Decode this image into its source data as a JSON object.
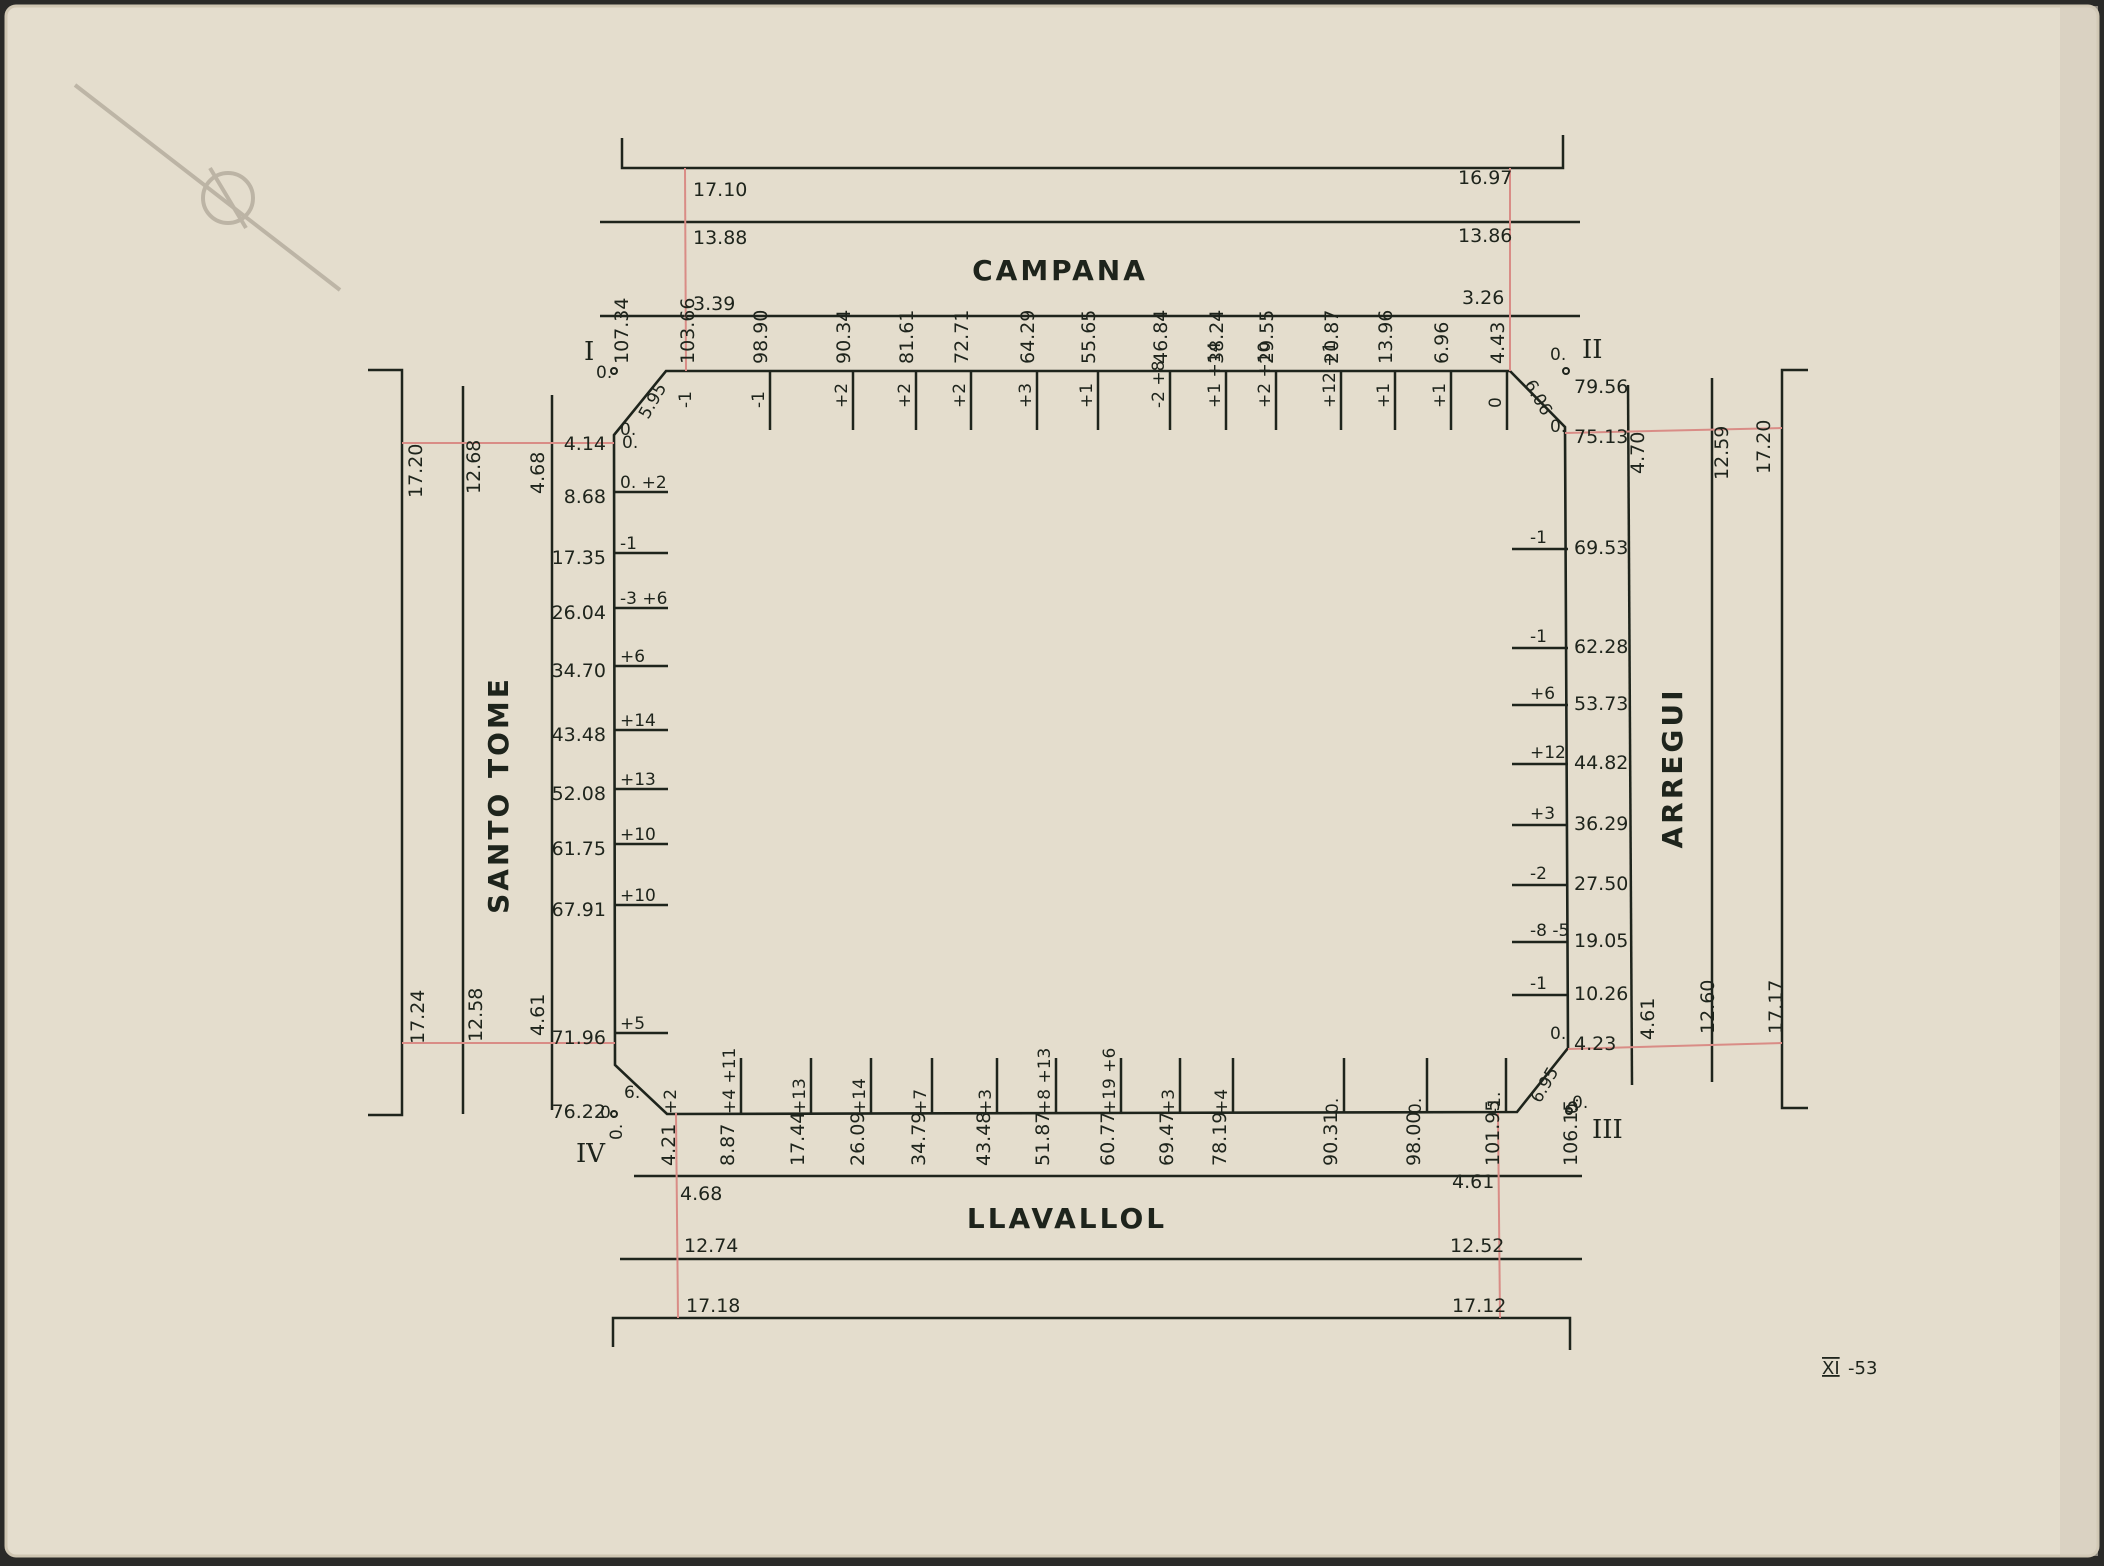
{
  "streets": {
    "north": "CAMPANA",
    "south": "LLAVALLOL",
    "west": "SANTO TOME",
    "east": "ARREGUI"
  },
  "corners": {
    "c1": "I",
    "c2": "II",
    "c3": "III",
    "c4": "IV"
  },
  "sheet_code": {
    "roman": "XI",
    "rest": "-53"
  },
  "north": {
    "left_dists": [
      "17.10",
      "13.88",
      "3.39"
    ],
    "right_dists": [
      "16.97",
      "13.86",
      "3.26"
    ],
    "corner_zero": "0.",
    "corner_zero_right": "0.",
    "chamfer": "5.95",
    "chamfer_zero": "0.",
    "measures": [
      {
        "pos": "107.34",
        "offset": ""
      },
      {
        "pos": "103.66",
        "offset": "-1"
      },
      {
        "pos": "98.90",
        "offset": "-1"
      },
      {
        "pos": "90.34",
        "offset": "+2"
      },
      {
        "pos": "81.61",
        "offset": "+2"
      },
      {
        "pos": "72.71",
        "offset": "+2"
      },
      {
        "pos": "64.29",
        "offset": "+3"
      },
      {
        "pos": "55.65",
        "offset": "+1"
      },
      {
        "pos": "46.84",
        "offset": "-2 +8"
      },
      {
        "pos": "38.24",
        "offset": "+1 +14"
      },
      {
        "pos": "29.55",
        "offset": "+2 +10"
      },
      {
        "pos": "20.87",
        "offset": "+12 +1"
      },
      {
        "pos": "13.96",
        "offset": "+1"
      },
      {
        "pos": "6.96",
        "offset": "+1"
      },
      {
        "pos": "4.43",
        "offset": "0"
      }
    ]
  },
  "east": {
    "top_dists": [
      "4.70",
      "12.59",
      "17.20"
    ],
    "bottom_dists": [
      "4.61",
      "12.60",
      "17.17"
    ],
    "corner_zero": "0.",
    "chamfer_top": "6.06",
    "chamfer_bottom": "6.95",
    "measures": [
      {
        "pos": "79.56",
        "offset": ""
      },
      {
        "pos": "75.13",
        "offset": "0."
      },
      {
        "pos": "69.53",
        "offset": "-1"
      },
      {
        "pos": "62.28",
        "offset": "-1"
      },
      {
        "pos": "53.73",
        "offset": "+6"
      },
      {
        "pos": "44.82",
        "offset": "+12"
      },
      {
        "pos": "36.29",
        "offset": "+3"
      },
      {
        "pos": "27.50",
        "offset": "-2"
      },
      {
        "pos": "19.05",
        "offset": "-8 -5"
      },
      {
        "pos": "10.26",
        "offset": "-1"
      },
      {
        "pos": "4.23",
        "offset": "0."
      }
    ]
  },
  "south": {
    "left_dists": [
      "4.68",
      "12.74",
      "17.18"
    ],
    "right_dists": [
      "4.61",
      "12.52",
      "17.12"
    ],
    "corner_zero": "0.",
    "chamfer": "6.",
    "measures": [
      {
        "pos": "4.21",
        "offset": "+2"
      },
      {
        "pos": "8.87",
        "offset": "+4 +11"
      },
      {
        "pos": "17.44",
        "offset": "+13"
      },
      {
        "pos": "26.09",
        "offset": "+14"
      },
      {
        "pos": "34.79",
        "offset": "+7"
      },
      {
        "pos": "43.48",
        "offset": "+3"
      },
      {
        "pos": "51.87",
        "offset": "+8 +13"
      },
      {
        "pos": "60.77",
        "offset": "+19 +6"
      },
      {
        "pos": "69.47",
        "offset": "+3"
      },
      {
        "pos": "78.19",
        "offset": "+4"
      },
      {
        "pos": "90.31",
        "offset": "0."
      },
      {
        "pos": "98.00",
        "offset": "0."
      },
      {
        "pos": "101.95",
        "offset": "-1."
      },
      {
        "pos": "106.15",
        "offset": "0."
      }
    ]
  },
  "west": {
    "top_dists": [
      "17.20",
      "12.68",
      "4.68"
    ],
    "bottom_dists": [
      "17.24",
      "12.58",
      "4.61"
    ],
    "corner_zero": "0.",
    "measures": [
      {
        "pos": "4.14",
        "offset": "0."
      },
      {
        "pos": "8.68",
        "offset": "0. +2"
      },
      {
        "pos": "17.35",
        "offset": "-1"
      },
      {
        "pos": "26.04",
        "offset": "-3 +6"
      },
      {
        "pos": "34.70",
        "offset": "+6"
      },
      {
        "pos": "43.48",
        "offset": "+14"
      },
      {
        "pos": "52.08",
        "offset": "+13"
      },
      {
        "pos": "61.75",
        "offset": "+10"
      },
      {
        "pos": "67.91",
        "offset": "+10"
      },
      {
        "pos": "71.96",
        "offset": "+5"
      },
      {
        "pos": "76.22",
        "offset": ""
      }
    ]
  }
}
